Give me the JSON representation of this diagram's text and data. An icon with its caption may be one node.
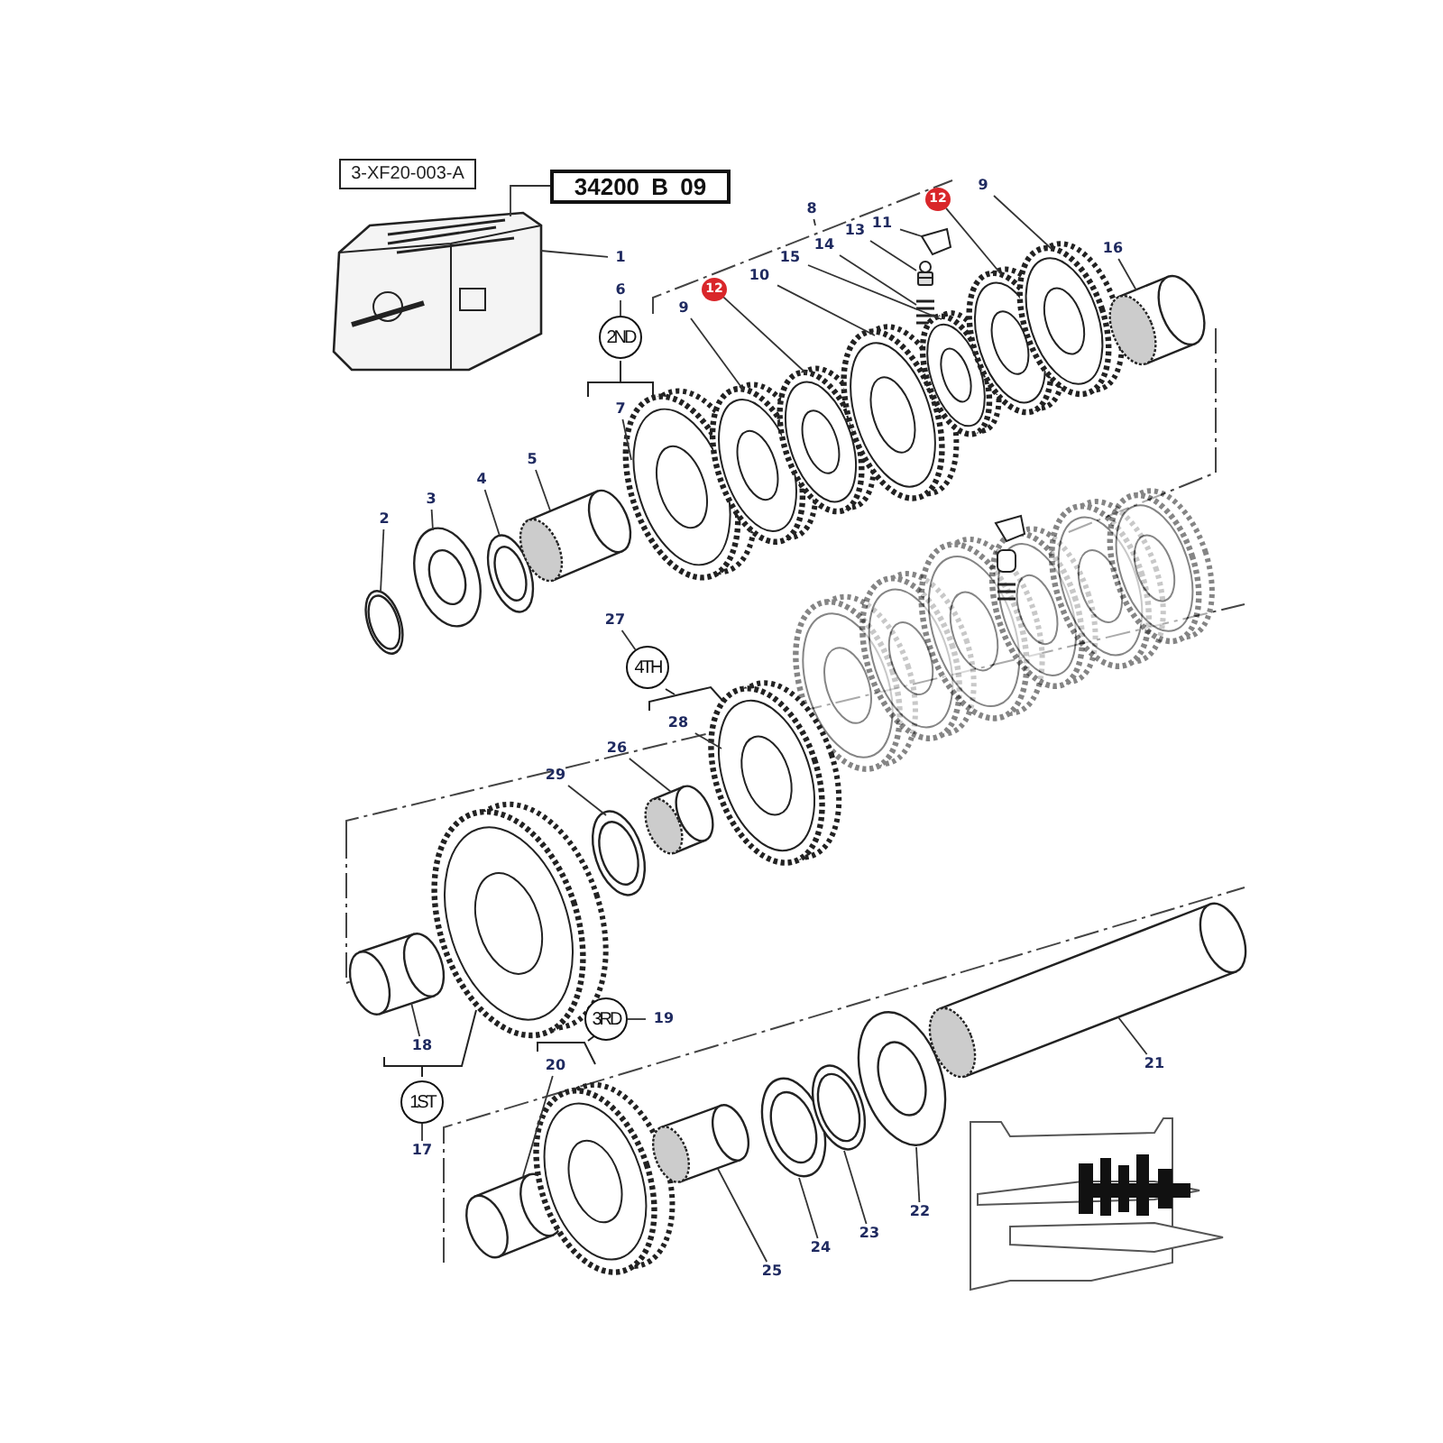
{
  "diagram": {
    "nodes": [
      {
        "text": [
          "3-XF20-003-A"
        ]
      },
      {
        "text": [
          "34200 B 09"
        ]
      },
      {
        "text": [
          "1"
        ]
      },
      {
        "text": [
          "6"
        ]
      },
      {
        "text": [
          "2ND"
        ]
      },
      {
        "text": [
          "7"
        ]
      },
      {
        "text": [
          "2"
        ]
      },
      {
        "text": [
          "3"
        ]
      },
      {
        "text": [
          "4"
        ]
      },
      {
        "text": [
          "5"
        ]
      },
      {
        "text": [
          "8"
        ]
      },
      {
        "text": [
          "9"
        ]
      },
      {
        "text": [
          "12"
        ]
      },
      {
        "text": [
          "10"
        ]
      },
      {
        "text": [
          "15"
        ]
      },
      {
        "text": [
          "14"
        ]
      },
      {
        "text": [
          "13"
        ]
      },
      {
        "text": [
          "11"
        ]
      },
      {
        "text": [
          "12"
        ]
      },
      {
        "text": [
          "9"
        ]
      },
      {
        "text": [
          "16"
        ]
      },
      {
        "text": [
          "27"
        ]
      },
      {
        "text": [
          "4TH"
        ]
      },
      {
        "text": [
          "28"
        ]
      },
      {
        "text": [
          "26"
        ]
      },
      {
        "text": [
          "29"
        ]
      },
      {
        "text": [
          "3RD"
        ]
      },
      {
        "text": [
          "19"
        ]
      },
      {
        "text": [
          "20"
        ]
      },
      {
        "text": [
          "21"
        ]
      },
      {
        "text": [
          "18"
        ]
      },
      {
        "text": [
          "1ST"
        ]
      },
      {
        "text": [
          "17"
        ]
      },
      {
        "text": [
          "22"
        ]
      },
      {
        "text": [
          "23"
        ]
      },
      {
        "text": [
          "24"
        ]
      },
      {
        "text": [
          "25"
        ]
      },
      {
        "text": [],
        "shape": "picture"
      },
      {
        "text": [],
        "shape": "picture"
      },
      {
        "text": [],
        "shape": "picture"
      },
      {
        "text": [],
        "shape": "picture"
      },
      {
        "text": [],
        "shape": "picture"
      },
      {
        "text": [],
        "shape": "picture"
      },
      {
        "text": [],
        "shape": "picture"
      },
      {
        "text": [],
        "shape": "picture"
      },
      {
        "text": [],
        "shape": "picture"
      },
      {
        "text": [],
        "shape": "picture"
      },
      {
        "text": [],
        "shape": "picture"
      },
      {
        "text": [],
        "shape": "picture"
      },
      {
        "text": [],
        "shape": "picture"
      },
      {
        "text": [],
        "shape": "picture"
      },
      {
        "text": [],
        "shape": "picture"
      },
      {
        "text": [],
        "shape": "picture"
      },
      {
        "text": [],
        "shape": "picture"
      },
      {
        "text": [],
        "shape": "picture"
      },
      {
        "text": [],
        "shape": "picture"
      },
      {
        "text": [],
        "shape": "picture"
      },
      {
        "text": [],
        "shape": "picture"
      },
      {
        "text": [],
        "shape": "picture"
      },
      {
        "text": [],
        "shape": "picture"
      },
      {
        "text": [],
        "shape": "picture"
      },
      {
        "text": [],
        "shape": "picture"
      },
      {
        "text": [],
        "shape": "picture"
      },
      {
        "text": [],
        "shape": "picture"
      },
      {
        "text": [],
        "shape": "picture"
      }
    ],
    "edges": [
      {
        "from": 1,
        "to": 37,
        "arrow": "none"
      },
      {
        "from": 2,
        "to": 37,
        "arrow": "none"
      },
      {
        "from": 3,
        "to": 4,
        "arrow": "none"
      },
      {
        "from": 5,
        "to": 49,
        "arrow": "none"
      },
      {
        "from": 6,
        "to": 39,
        "arrow": "none"
      },
      {
        "from": 7,
        "to": 40,
        "arrow": "none"
      },
      {
        "from": 8,
        "to": 43,
        "arrow": "none"
      },
      {
        "from": 9,
        "to": 44,
        "arrow": "none"
      },
      {
        "from": 10,
        "to": null,
        "arrow": "none"
      },
      {
        "from": 11,
        "to": 50,
        "arrow": "none"
      },
      {
        "from": 12,
        "to": 53,
        "arrow": "none"
      },
      {
        "from": 13,
        "to": 55,
        "arrow": "none"
      },
      {
        "from": 14,
        "to": 60,
        "arrow": "none"
      },
      {
        "from": 15,
        "to": 59,
        "arrow": "none"
      },
      {
        "from": 16,
        "to": 58,
        "arrow": "none"
      },
      {
        "from": 17,
        "to": 57,
        "arrow": "none"
      },
      {
        "from": 18,
        "to": 62,
        "arrow": "none"
      },
      {
        "from": 19,
        "to": 63,
        "arrow": "none"
      },
      {
        "from": 20,
        "to": 64,
        "arrow": "none"
      },
      {
        "from": 21,
        "to": 22,
        "arrow": "none"
      },
      {
        "from": 23,
        "to": 51,
        "arrow": "none"
      },
      {
        "from": 24,
        "to": 47,
        "arrow": "none"
      },
      {
        "from": 25,
        "to": 46,
        "arrow": "none"
      },
      {
        "from": 27,
        "to": 26,
        "arrow": "none"
      },
      {
        "from": 28,
        "to": 42,
        "arrow": "none"
      },
      {
        "from": 29,
        "to": 61,
        "arrow": "none"
      },
      {
        "from": 30,
        "to": 38,
        "arrow": "none"
      },
      {
        "from": 31,
        "to": 32,
        "arrow": "none"
      },
      {
        "from": 33,
        "to": 56,
        "arrow": "none"
      },
      {
        "from": 34,
        "to": 54,
        "arrow": "none"
      },
      {
        "from": 35,
        "to": 52,
        "arrow": "none"
      },
      {
        "from": 36,
        "to": 48,
        "arrow": "none"
      }
    ]
  }
}
